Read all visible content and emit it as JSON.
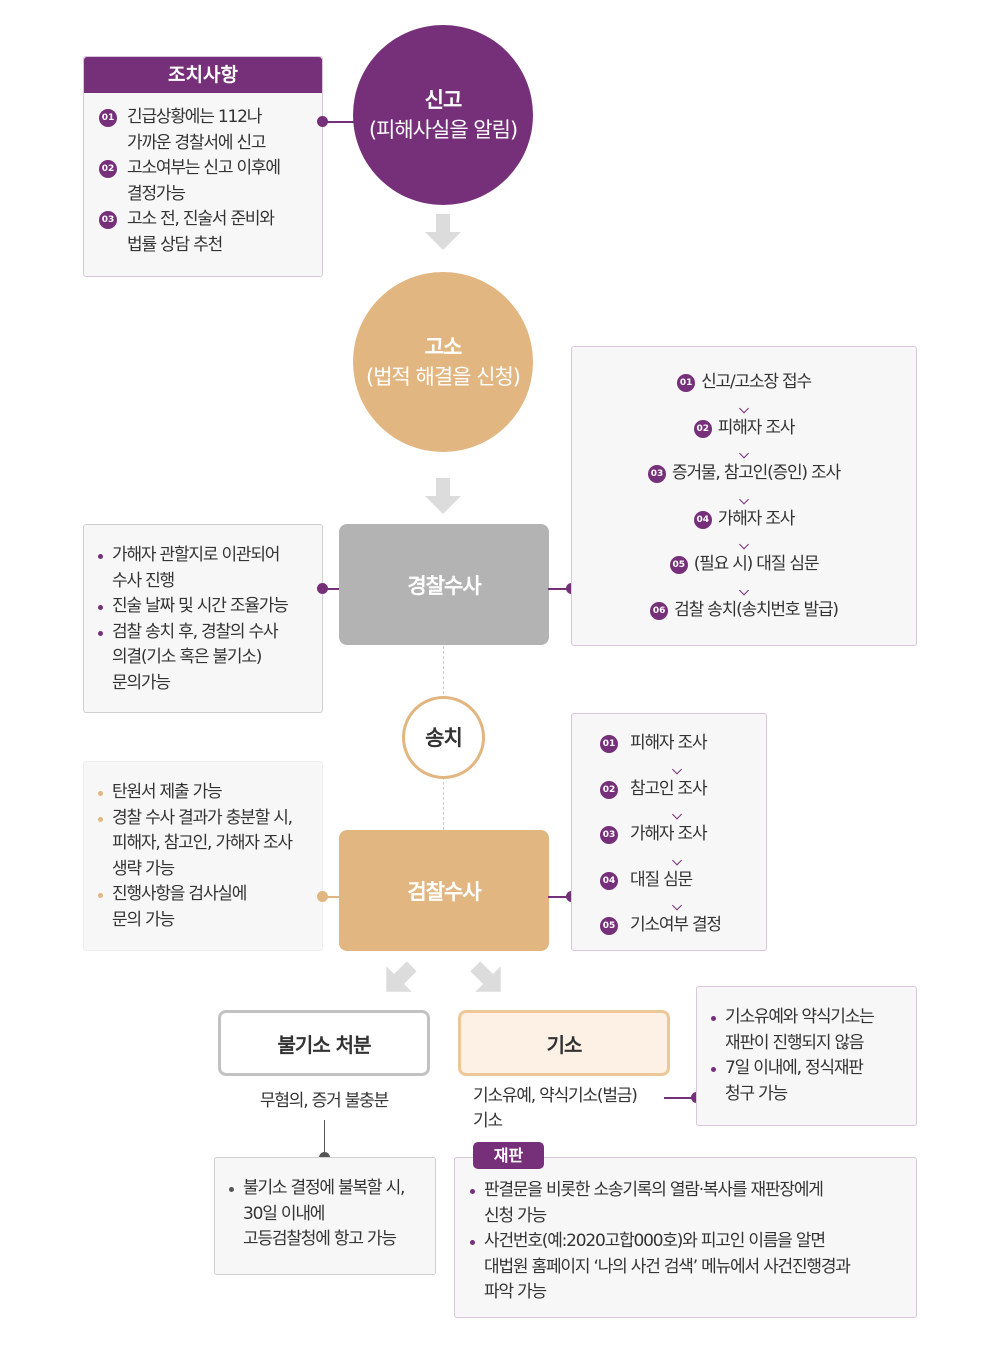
{
  "actions": {
    "title": "조치사항",
    "items": [
      {
        "num": "01",
        "lines": [
          "긴급상황에는 112나",
          "가까운 경찰서에 신고"
        ]
      },
      {
        "num": "02",
        "lines": [
          "고소여부는 신고 이후에",
          "결정가능"
        ]
      },
      {
        "num": "03",
        "lines": [
          "고소 전, 진술서 준비와",
          "법률 상담 추천"
        ]
      }
    ]
  },
  "report": {
    "title": "신고",
    "sub": "(피해사실을 알림)"
  },
  "complaint": {
    "title": "고소",
    "sub": "(법적 해결을 신청)"
  },
  "police": {
    "title": "경찰수사",
    "notes": [
      [
        "가해자 관할지로 이관되어",
        "수사 진행"
      ],
      [
        "진술 날짜 및 시간 조율가능"
      ],
      [
        "검찰 송치 후, 경찰의 수사",
        "의결(기소 혹은 불기소)",
        "문의가능"
      ]
    ],
    "steps": [
      {
        "num": "01",
        "label": "신고/고소장 접수"
      },
      {
        "num": "02",
        "label": "피해자 조사"
      },
      {
        "num": "03",
        "label": "증거물, 참고인(증인) 조사"
      },
      {
        "num": "04",
        "label": "가해자 조사"
      },
      {
        "num": "05",
        "label": "(필요 시) 대질 심문"
      },
      {
        "num": "06",
        "label": "검찰 송치(송치번호 발급)"
      }
    ]
  },
  "transfer": {
    "title": "송치"
  },
  "prosecution": {
    "title": "검찰수사",
    "notes": [
      [
        "탄원서 제출 가능"
      ],
      [
        "경찰 수사 결과가 충분할 시,",
        "피해자, 참고인, 가해자 조사",
        "생략 가능"
      ],
      [
        "진행사항을 검사실에",
        "문의 가능"
      ]
    ],
    "steps": [
      {
        "num": "01",
        "label": "피해자 조사"
      },
      {
        "num": "02",
        "label": "참고인 조사"
      },
      {
        "num": "03",
        "label": "가해자 조사"
      },
      {
        "num": "04",
        "label": "대질 심문"
      },
      {
        "num": "05",
        "label": "기소여부 결정"
      }
    ]
  },
  "non_indict": {
    "title": "불기소 처분",
    "reason": "무혐의, 증거 불충분",
    "note": [
      "불기소 결정에 불복할 시,",
      "30일 이내에",
      "고등검찰청에 항고 가능"
    ]
  },
  "indict": {
    "title": "기소",
    "types": [
      "기소유예, 약식기소(벌금)",
      "기소"
    ],
    "notes": [
      [
        "기소유예와 약식기소는",
        "재판이 진행되지 않음"
      ],
      [
        "7일 이내에, 정식재판",
        "청구 가능"
      ]
    ]
  },
  "trial": {
    "tag": "재판",
    "notes": [
      [
        "판결문을 비롯한 소송기록의 열람·복사를 재판장에게",
        "신청 가능"
      ],
      [
        "사건번호(예:2020고합000호)와 피고인 이름을 알면",
        "대법원 홈페이지 ‘나의 사건 검색’ 메뉴에서 사건진행경과",
        "파악 가능"
      ]
    ]
  },
  "colors": {
    "purple": "#76307a",
    "tan": "#e2b680",
    "gray": "#b3b3b3"
  }
}
